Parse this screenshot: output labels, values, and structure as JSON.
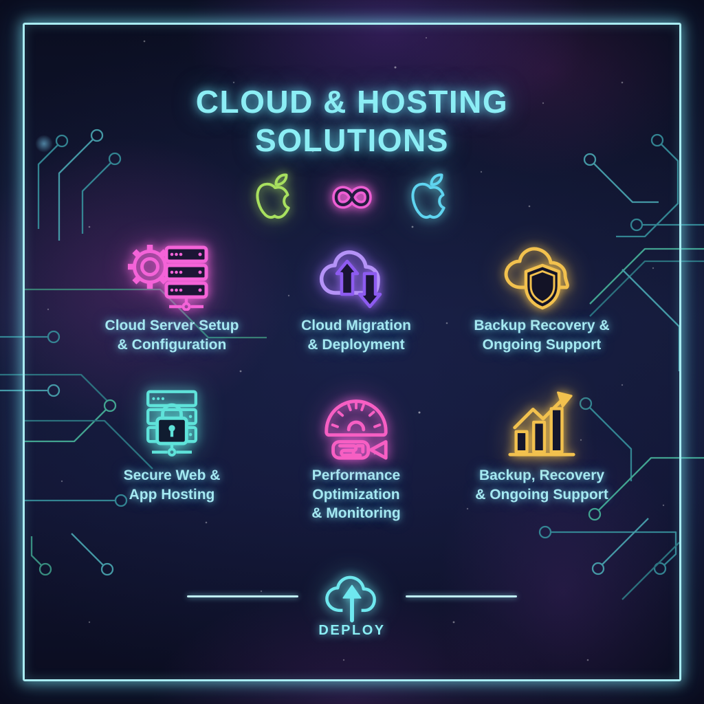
{
  "poster": {
    "title_line1": "CLOUD & HOSTING",
    "title_line2": "SOLUTIONS",
    "footer_label": "DEPLOY"
  },
  "brand_icons": [
    {
      "name": "apple-outline-green",
      "color": "#a8e05f"
    },
    {
      "name": "infinity-loop",
      "color": "#ee5fd4"
    },
    {
      "name": "apple-outline-cyan",
      "color": "#5fd4f0"
    }
  ],
  "services": [
    {
      "label": "Cloud Server Setup\n& Configuration",
      "icon": "gear-server-stack",
      "icon_color": "#f463d8"
    },
    {
      "label": "Cloud Migration\n& Deployment",
      "icon": "cloud-up-down-arrows",
      "icon_color": "#9b6cf2"
    },
    {
      "label": "Backup Recovery &\nOngoing Support",
      "icon": "cloud-shield",
      "icon_color": "#f2c14e"
    },
    {
      "label": "Secure Web &\nApp Hosting",
      "icon": "server-padlock",
      "icon_color": "#5fe3da"
    },
    {
      "label": "Performance\nOptimization\n& Monitoring",
      "icon": "speedometer-monitor",
      "icon_color": "#f75fc3"
    },
    {
      "label": "Backup, Recovery\n& Ongoing Support",
      "icon": "growth-bar-chart",
      "icon_color": "#f2c14e"
    }
  ],
  "colors": {
    "frame": "#a9ecf2",
    "title": "#8ceef5",
    "label": "#a5e9f2",
    "trace_teal": "#37909c",
    "background": "#10142c"
  }
}
